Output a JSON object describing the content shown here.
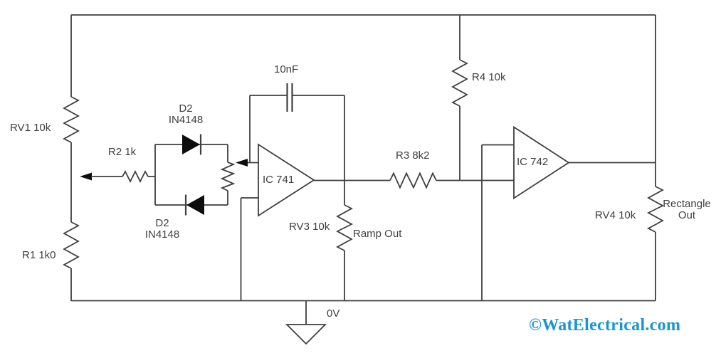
{
  "labels": {
    "rv1": "RV1 10k",
    "r1": "R1 1k0",
    "r2": "R2 1k",
    "d2_top": {
      "name": "D2",
      "part": "IN4148"
    },
    "d2_bottom": {
      "name": "D2",
      "part": "IN4148"
    },
    "c1": "10nF",
    "ic741": "IC 741",
    "ic742": "IC 742",
    "r3": "R3 8k2",
    "r4": "R4 10k",
    "rv3": "RV3 10k",
    "rv4": "RV4 10k",
    "ramp_out": "Ramp Out",
    "rectangle_out": {
      "line1": "Rectangle",
      "line2": "Out"
    },
    "ground": "0V"
  },
  "watermark": "©WatElectrical.com",
  "colors": {
    "line": "#3F3F3F",
    "text": "#3F3F3F",
    "diode_fill": "#0D0D0D",
    "watermark": "#1895D2",
    "background": "#FFFFFF"
  }
}
